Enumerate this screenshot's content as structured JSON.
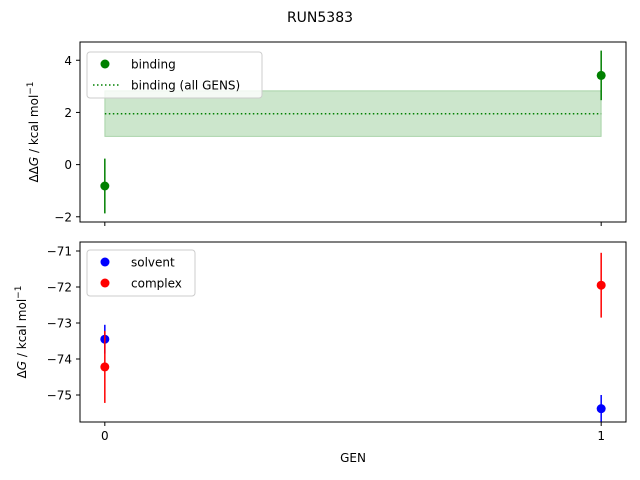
{
  "chart_data": [
    {
      "type": "scatter",
      "title": "RUN5383",
      "xlabel": "",
      "ylabel_parts": [
        "ΔΔ",
        "G",
        " / kcal mol",
        "−1"
      ],
      "ylim": [
        -2.2,
        4.7
      ],
      "yticks": [
        -2,
        0,
        2,
        4
      ],
      "ytick_labels": [
        "−2",
        "0",
        "2",
        "4"
      ],
      "xlim": [
        -0.05,
        1.05
      ],
      "xticks": [
        0,
        1
      ],
      "legend_location": "upper left",
      "series": [
        {
          "name": "binding",
          "color": "#008000",
          "x": [
            0,
            1
          ],
          "y": [
            -0.82,
            3.42
          ],
          "err": [
            1.05,
            0.95
          ]
        }
      ],
      "band": {
        "name": "binding (all GENS)",
        "color": "#008000",
        "x_range": [
          0,
          1
        ],
        "mean": 1.95,
        "lower": 1.08,
        "upper": 2.83
      },
      "legend": [
        "binding",
        "binding (all GENS)"
      ]
    },
    {
      "type": "scatter",
      "title": "",
      "xlabel": "GEN",
      "ylabel_parts": [
        "Δ",
        "G",
        " / kcal mol",
        "−1"
      ],
      "ylim": [
        -75.75,
        -70.75
      ],
      "yticks": [
        -75,
        -74,
        -73,
        -72,
        -71
      ],
      "ytick_labels": [
        "−75",
        "−74",
        "−73",
        "−72",
        "−71"
      ],
      "xlim": [
        -0.05,
        1.05
      ],
      "xticks": [
        0,
        1
      ],
      "xtick_labels": [
        "0",
        "1"
      ],
      "legend_location": "upper left",
      "series": [
        {
          "name": "solvent",
          "color": "#0000ff",
          "x": [
            0,
            1
          ],
          "y": [
            -73.45,
            -75.38
          ],
          "err": [
            0.4,
            0.38
          ]
        },
        {
          "name": "complex",
          "color": "#ff0000",
          "x": [
            0,
            1
          ],
          "y": [
            -74.22,
            -71.95
          ],
          "err": [
            1.0,
            0.9
          ]
        }
      ],
      "legend": [
        "solvent",
        "complex"
      ]
    }
  ]
}
